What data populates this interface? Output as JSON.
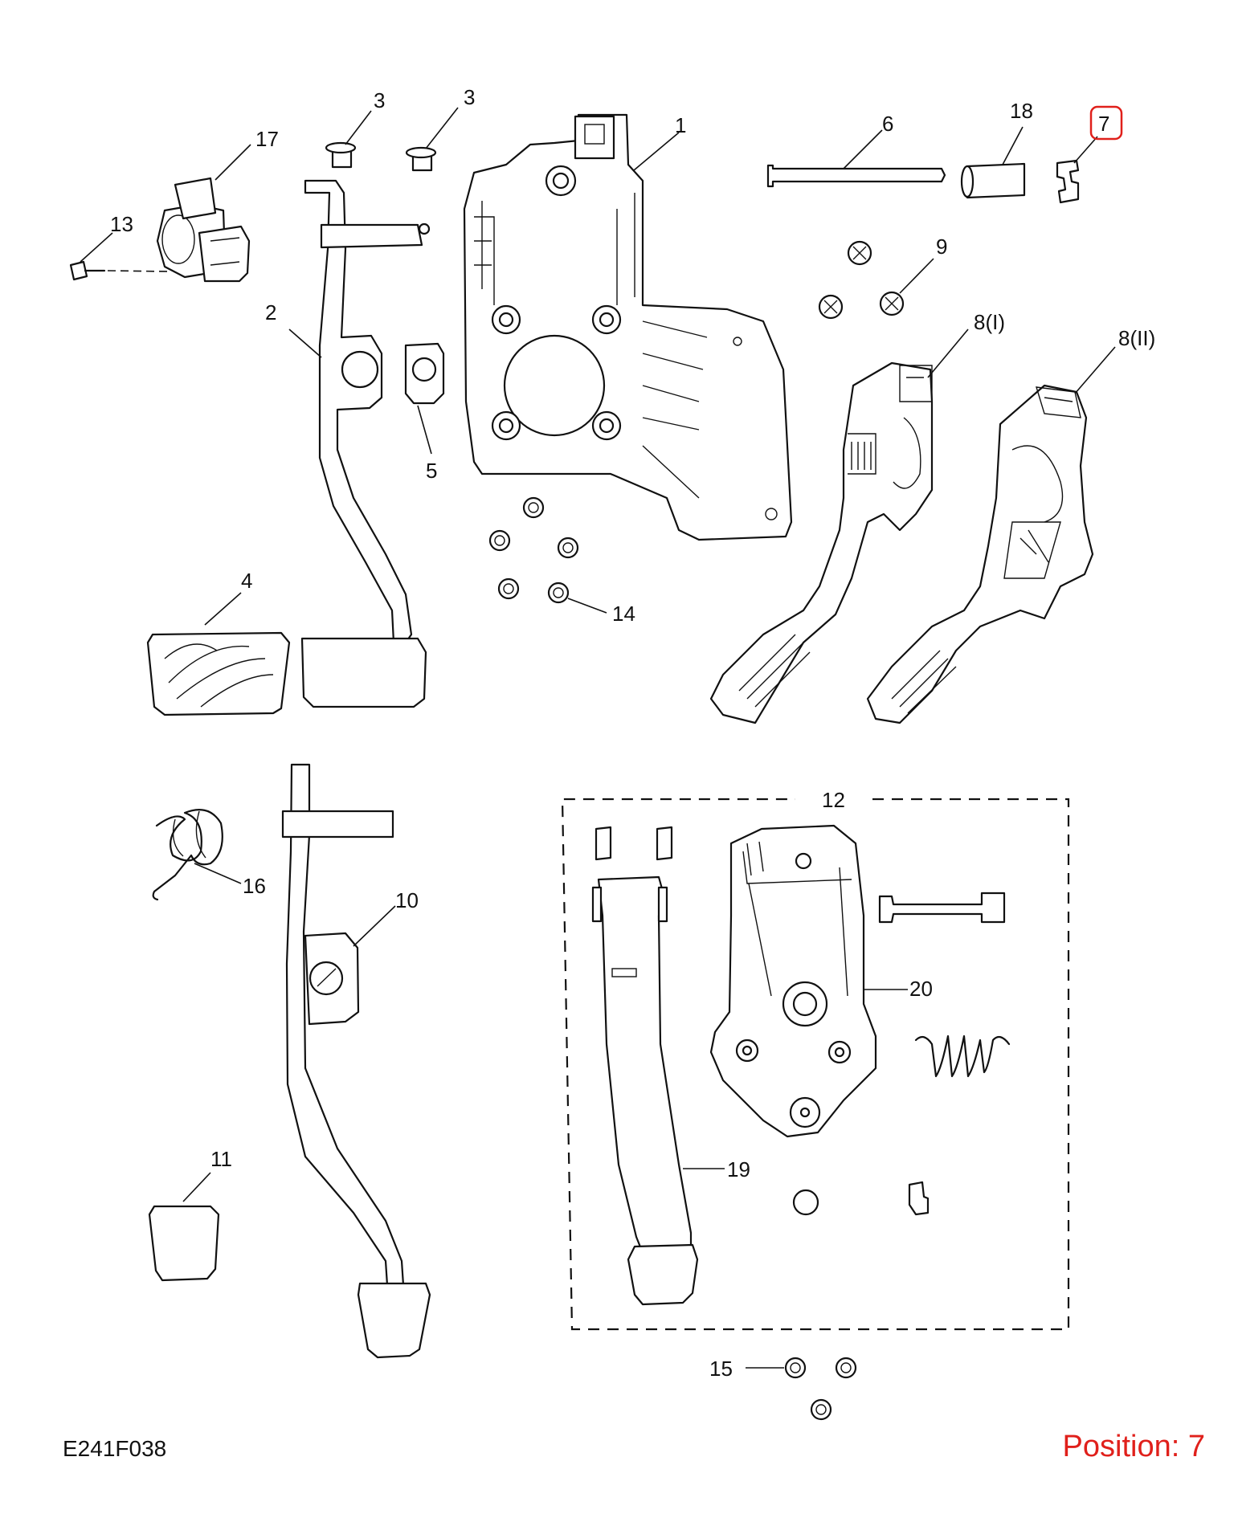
{
  "diagram_code": "E241F038",
  "position_label": "Position: 7",
  "highlight_color": "#e0201b",
  "highlighted_callout": "7",
  "callouts": {
    "c1": "1",
    "c2": "2",
    "c3a": "3",
    "c3b": "3",
    "c4": "4",
    "c5": "5",
    "c6": "6",
    "c7": "7",
    "c8i": "8(I)",
    "c8ii": "8(II)",
    "c9": "9",
    "c10": "10",
    "c11": "11",
    "c12": "12",
    "c13": "13",
    "c14": "14",
    "c15": "15",
    "c16": "16",
    "c17": "17",
    "c18": "18",
    "c19": "19",
    "c20": "20"
  }
}
